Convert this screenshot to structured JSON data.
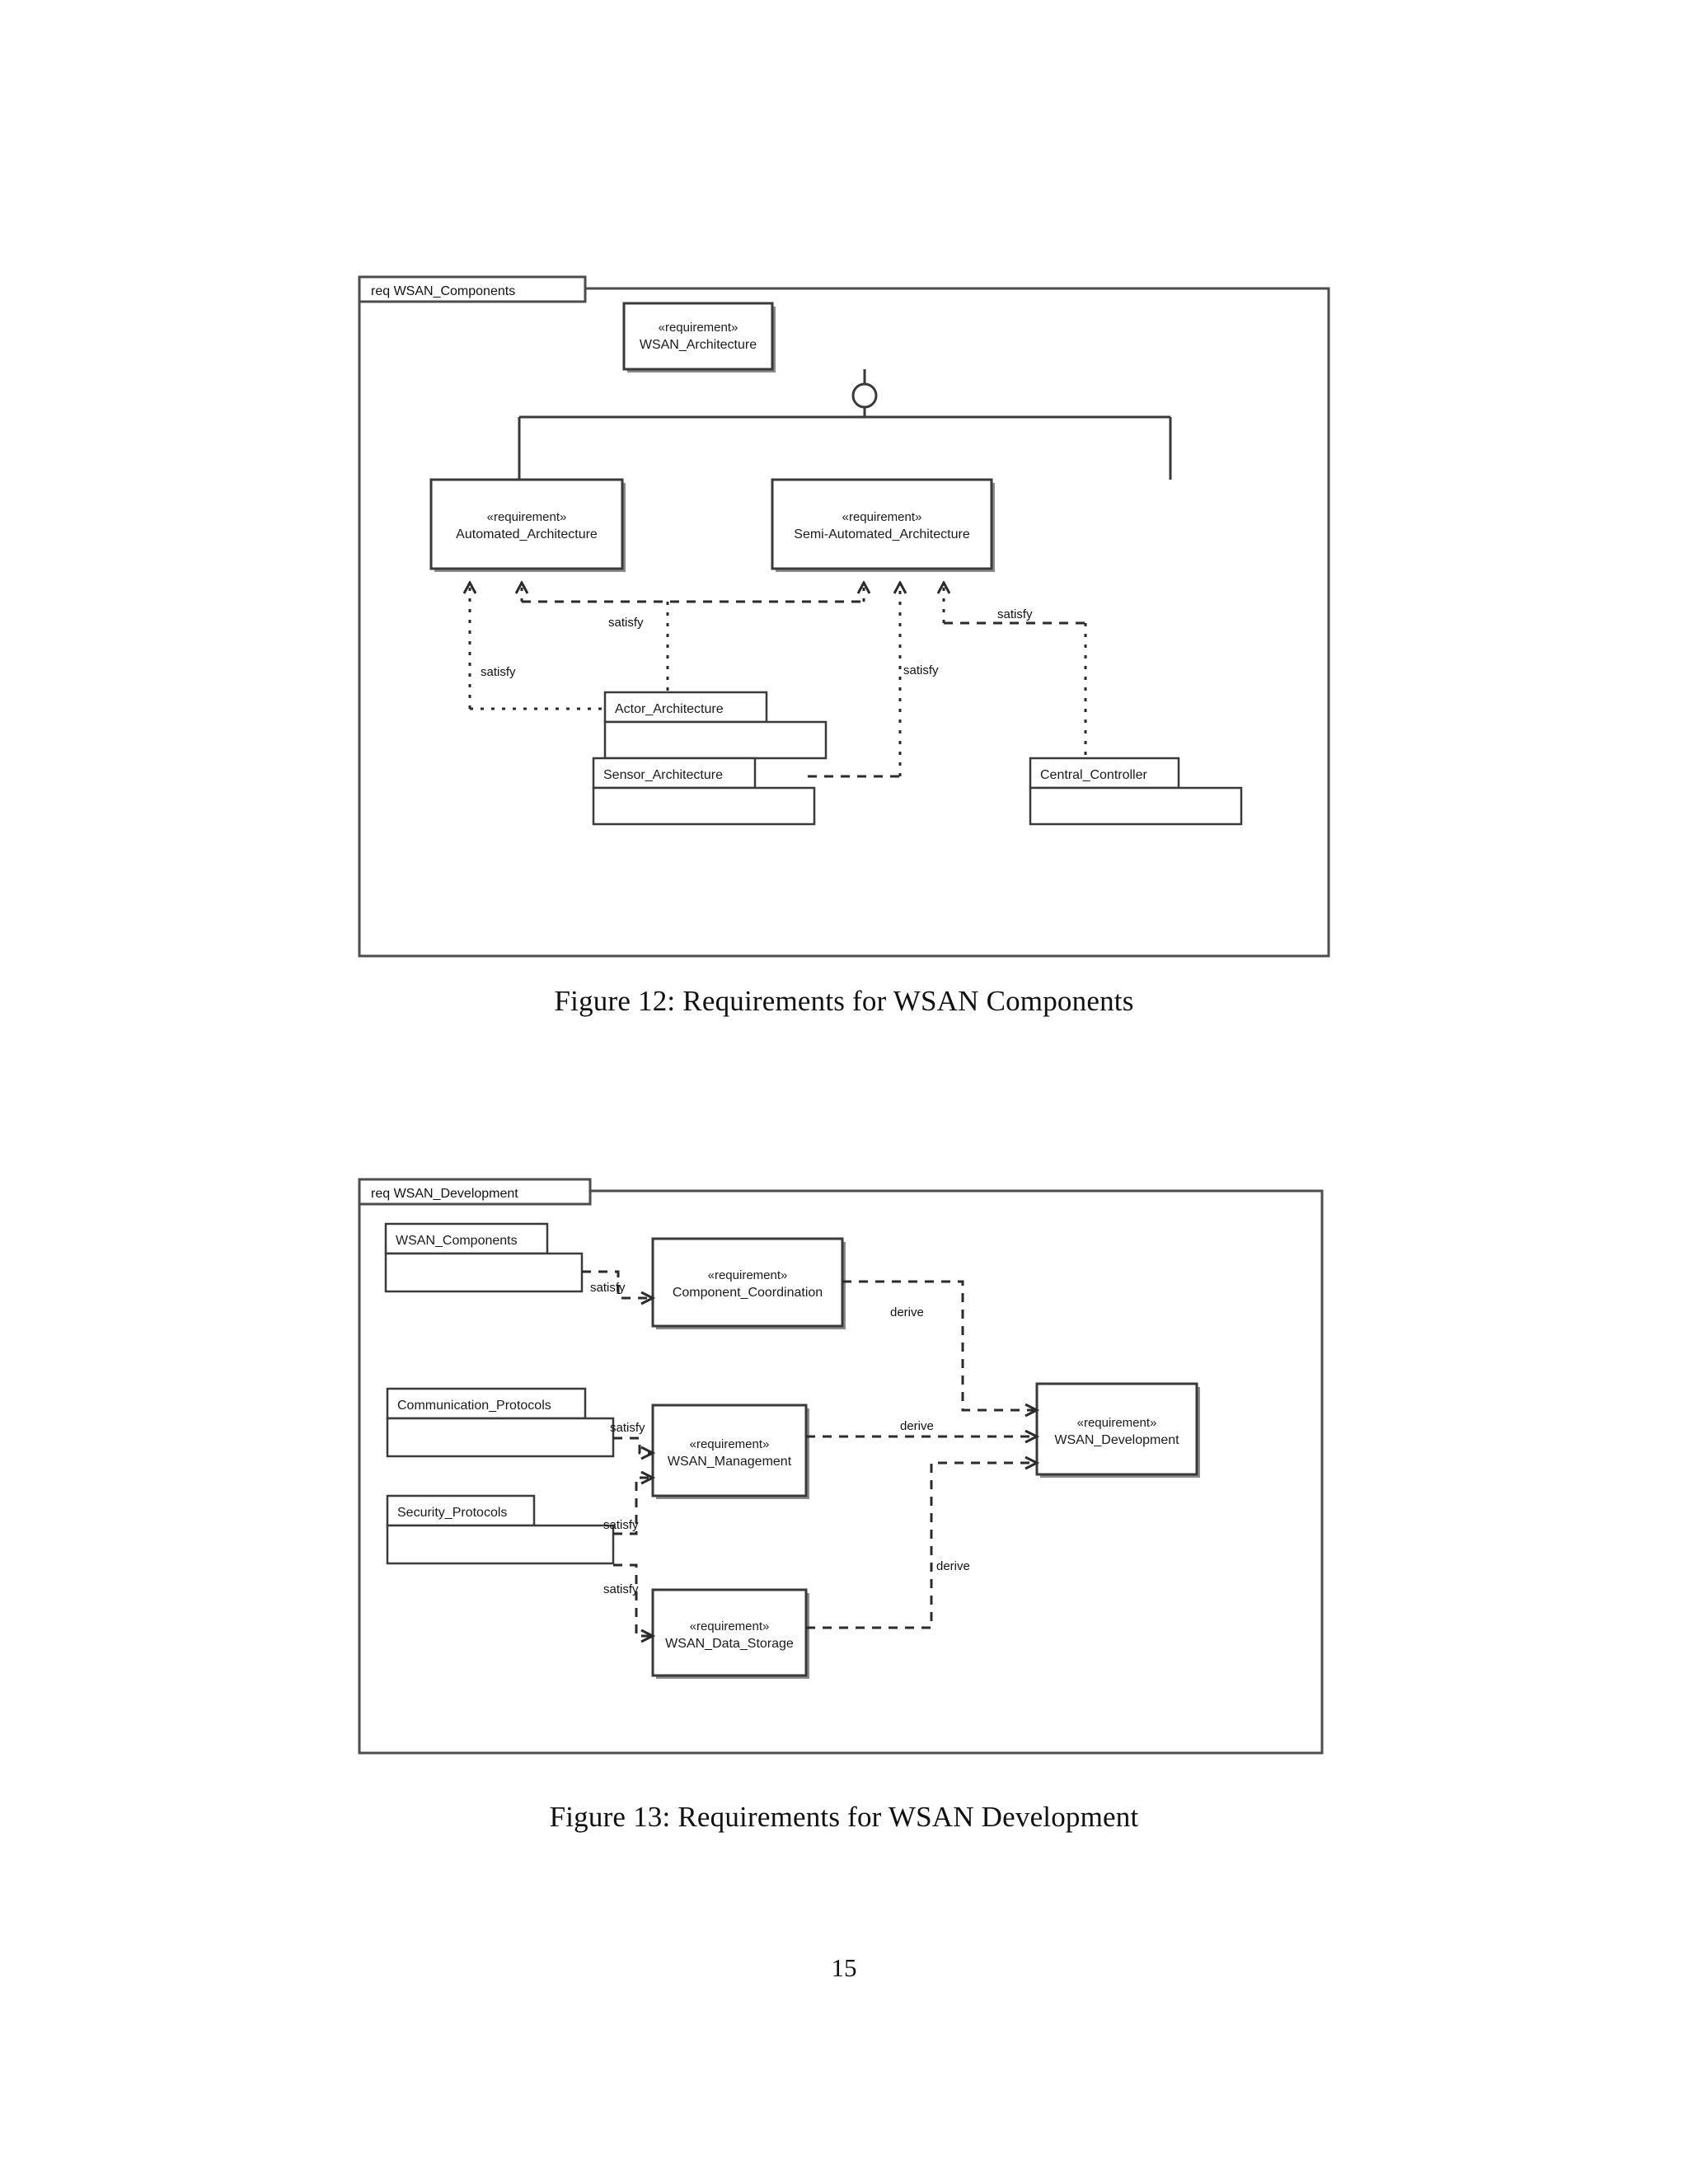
{
  "page": {
    "number": "15"
  },
  "figure12": {
    "caption": "Figure 12:  Requirements for WSAN Components",
    "frame_label": "req WSAN_Components",
    "stereotype": "«requirement»",
    "requirements": [
      {
        "id": "wsan_architecture",
        "name": "WSAN_Architecture"
      },
      {
        "id": "automated_architecture",
        "name": "Automated_Architecture"
      },
      {
        "id": "semi_automated_architecture",
        "name": "Semi-Automated_Architecture"
      }
    ],
    "blocks": [
      {
        "id": "actor_architecture",
        "name": "Actor_Architecture"
      },
      {
        "id": "sensor_architecture",
        "name": "Sensor_Architecture"
      },
      {
        "id": "central_controller",
        "name": "Central_Controller"
      }
    ],
    "edges": [
      {
        "from": "sensor_architecture",
        "to": "automated_architecture",
        "label": "satisfy"
      },
      {
        "from": "actor_architecture",
        "to": "automated_architecture",
        "label": "satisfy"
      },
      {
        "from": "actor_architecture",
        "to": "semi_automated_architecture",
        "label": "satisfy"
      },
      {
        "from": "sensor_architecture",
        "to": "semi_automated_architecture",
        "label": "satisfy"
      },
      {
        "from": "central_controller",
        "to": "semi_automated_architecture",
        "label": "satisfy"
      }
    ],
    "edge_labels": {
      "satisfy_top": "satisfy",
      "satisfy_left": "satisfy",
      "satisfy_mid": "satisfy",
      "satisfy_right": "satisfy"
    },
    "containment": "cross-circle"
  },
  "figure13": {
    "caption": "Figure 13:  Requirements for WSAN Development",
    "frame_label": "req WSAN_Development",
    "stereotype": "«requirement»",
    "requirements": [
      {
        "id": "component_coordination",
        "name": "Component_Coordination"
      },
      {
        "id": "wsan_management",
        "name": "WSAN_Management"
      },
      {
        "id": "wsan_data_storage",
        "name": "WSAN_Data_Storage"
      },
      {
        "id": "wsan_development",
        "name": "WSAN_Development"
      }
    ],
    "blocks": [
      {
        "id": "wsan_components",
        "name": "WSAN_Components"
      },
      {
        "id": "communication_protocols",
        "name": "Communication_Protocols"
      },
      {
        "id": "security_protocols",
        "name": "Security_Protocols"
      }
    ],
    "edges": [
      {
        "from": "wsan_components",
        "to": "component_coordination",
        "label": "satisfy"
      },
      {
        "from": "communication_protocols",
        "to": "wsan_management",
        "label": "satisfy"
      },
      {
        "from": "security_protocols",
        "to": "wsan_management",
        "label": "satisfy"
      },
      {
        "from": "security_protocols",
        "to": "wsan_data_storage",
        "label": "satisfy"
      },
      {
        "from": "component_coordination",
        "to": "wsan_development",
        "label": "derive"
      },
      {
        "from": "wsan_management",
        "to": "wsan_development",
        "label": "derive"
      },
      {
        "from": "wsan_data_storage",
        "to": "wsan_development",
        "label": "derive"
      }
    ],
    "edge_labels": {
      "satisfy_1": "satisfy",
      "satisfy_2": "satisfy",
      "satisfy_3": "satisfy",
      "satisfy_4": "satisfy",
      "derive_1": "derive",
      "derive_2": "derive",
      "derive_3": "derive"
    }
  }
}
